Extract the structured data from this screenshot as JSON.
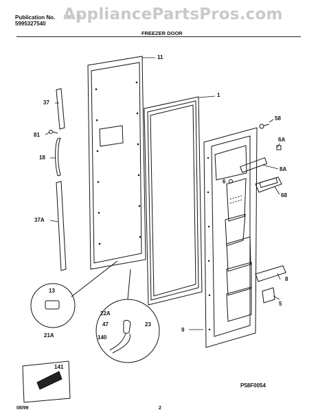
{
  "header": {
    "publication_label": "Publication No.",
    "publication_number": "5995327540",
    "model_fragment": "TRS   M",
    "watermark": "AppliancePartsPros.com"
  },
  "section_title": "FREEZER DOOR",
  "diagram_code": "P58F0054",
  "footer": {
    "date": "08/99",
    "page": "2"
  },
  "part_labels": {
    "p11": "11",
    "p1": "1",
    "p37": "37",
    "p81": "81",
    "p18": "18",
    "p37a": "37A",
    "p58": "58",
    "p6a": "6A",
    "p6": "6",
    "p8a": "8A",
    "p68": "68",
    "p8": "8",
    "p5": "5",
    "p9": "9",
    "p13": "13",
    "p21a": "21A",
    "p22a": "22A",
    "p47": "47",
    "p23": "23",
    "p140": "140",
    "p141": "141"
  }
}
